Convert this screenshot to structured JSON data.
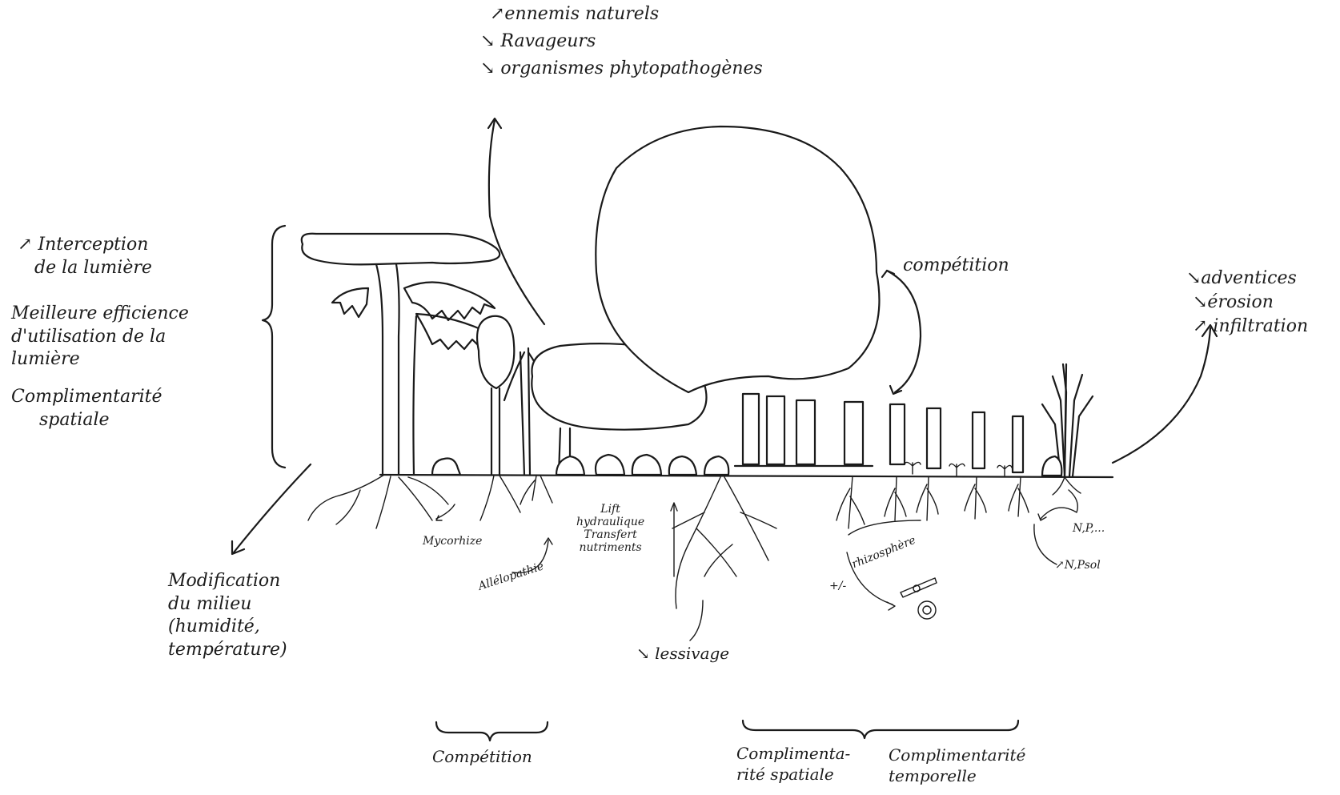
{
  "top_effects": {
    "line1": "↗ennemis naturels",
    "line2": "↘ Ravageurs",
    "line3": "↘ organismes phytopathogènes"
  },
  "left_effects": {
    "interception": "↗ Interception\n   de la lumière",
    "efficiency": "Meilleure efficience\nd'utilisation de la\nlumière",
    "complementarity": "Complimentarité\n     spatiale"
  },
  "competition_top": "compétition",
  "right_effects": {
    "line1": "↘adventices",
    "line2": "↘érosion",
    "line3": "↗ infiltration"
  },
  "microclimate": "Modification\ndu milieu\n(humidité,\ntempérature)",
  "root_labels": {
    "mycorhize": "Mycorhize",
    "allelopathie": "Allélopathie",
    "lift": "Lift\nhydraulique\nTransfert\nnutriments",
    "lessivage": "↘ lessivage",
    "rhizosphere": "rhizosphère",
    "plus_minus": "+/-",
    "npk": "N,P,...",
    "npsol": "↗N,Psol"
  },
  "bottom_labels": {
    "competition": "Compétition",
    "spatial": "Complimenta-\nrité spatiale",
    "temporal": "Complimentarité\ntemporelle"
  }
}
